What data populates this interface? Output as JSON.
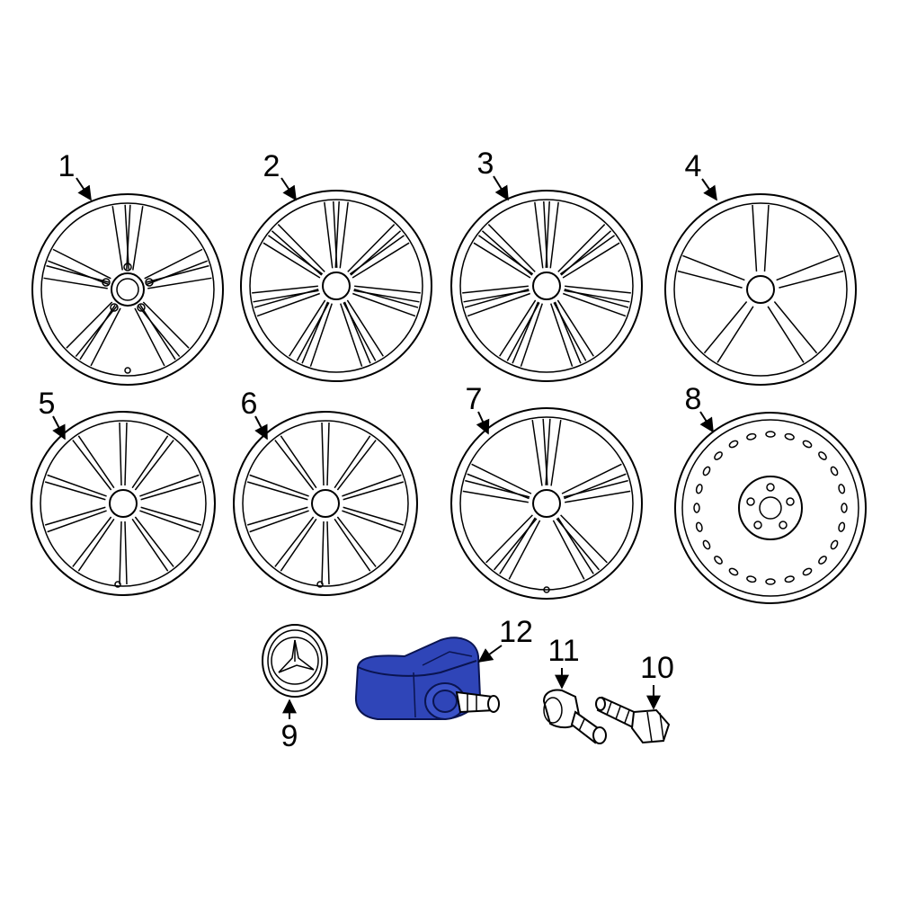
{
  "diagram": {
    "callouts": [
      {
        "id": "1",
        "label": "1"
      },
      {
        "id": "2",
        "label": "2"
      },
      {
        "id": "3",
        "label": "3"
      },
      {
        "id": "4",
        "label": "4"
      },
      {
        "id": "5",
        "label": "5"
      },
      {
        "id": "6",
        "label": "6"
      },
      {
        "id": "7",
        "label": "7"
      },
      {
        "id": "8",
        "label": "8"
      },
      {
        "id": "9",
        "label": "9"
      },
      {
        "id": "10",
        "label": "10"
      },
      {
        "id": "11",
        "label": "11"
      },
      {
        "id": "12",
        "label": "12"
      }
    ],
    "highlight_part": "12",
    "highlight_color": "#2f45b8",
    "parts": [
      {
        "callout": "1",
        "icon": "five-double-spoke-wheel-icon"
      },
      {
        "callout": "2",
        "icon": "multi-spoke-wheel-icon"
      },
      {
        "callout": "3",
        "icon": "multi-spoke-wheel-icon"
      },
      {
        "callout": "4",
        "icon": "five-spoke-wheel-icon"
      },
      {
        "callout": "5",
        "icon": "ten-spoke-wheel-icon"
      },
      {
        "callout": "6",
        "icon": "ten-spoke-wheel-icon"
      },
      {
        "callout": "7",
        "icon": "five-double-spoke-wheel-icon"
      },
      {
        "callout": "8",
        "icon": "steel-wheel-icon"
      },
      {
        "callout": "9",
        "icon": "center-cap-icon"
      },
      {
        "callout": "10",
        "icon": "lug-bolt-icon"
      },
      {
        "callout": "11",
        "icon": "valve-stem-icon"
      },
      {
        "callout": "12",
        "icon": "tpms-sensor-icon"
      }
    ]
  }
}
